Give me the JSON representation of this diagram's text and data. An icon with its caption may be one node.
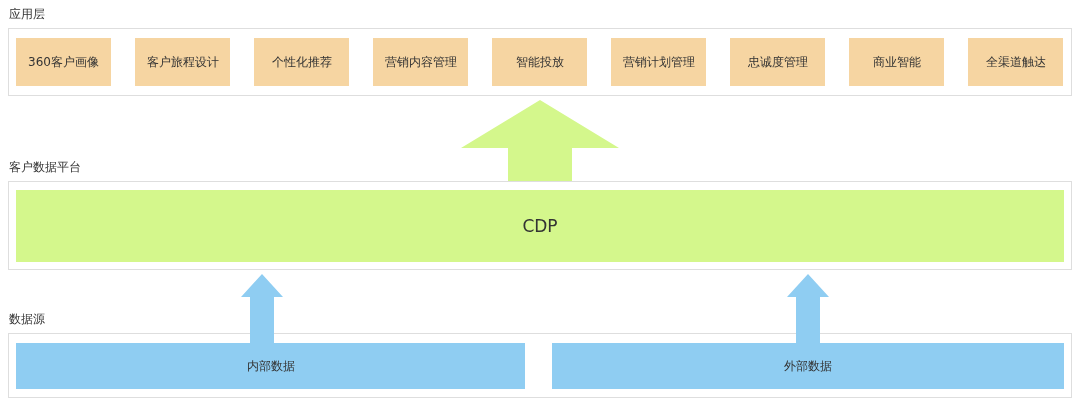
{
  "diagram": {
    "nodes": [
      {
        "text": [
          "应用层"
        ]
      },
      {
        "text": [
          "360客户画像"
        ],
        "in": 0
      },
      {
        "text": [
          "客户旅程设计"
        ],
        "in": 0
      },
      {
        "text": [
          "个性化推荐"
        ],
        "in": 0
      },
      {
        "text": [
          "营销内容管理"
        ],
        "in": 0
      },
      {
        "text": [
          "智能投放"
        ],
        "in": 0
      },
      {
        "text": [
          "营销计划管理"
        ],
        "in": 0
      },
      {
        "text": [
          "忠诚度管理"
        ],
        "in": 0
      },
      {
        "text": [
          "商业智能"
        ],
        "in": 0
      },
      {
        "text": [
          "全渠道触达"
        ],
        "in": 0
      },
      {
        "text": [
          "客户数据平台"
        ]
      },
      {
        "text": [
          "CDP"
        ],
        "in": 10
      },
      {
        "text": [
          "数据源"
        ]
      },
      {
        "text": [
          "内部数据"
        ],
        "in": 12
      },
      {
        "text": [
          "外部数据"
        ],
        "in": 12
      }
    ],
    "edges": [
      {
        "from": 10,
        "to": 0,
        "arrow": "to",
        "color": "#d4f78c"
      },
      {
        "from": 13,
        "to": 10,
        "arrow": "to"
      },
      {
        "from": 14,
        "to": 10,
        "arrow": "to"
      }
    ]
  }
}
